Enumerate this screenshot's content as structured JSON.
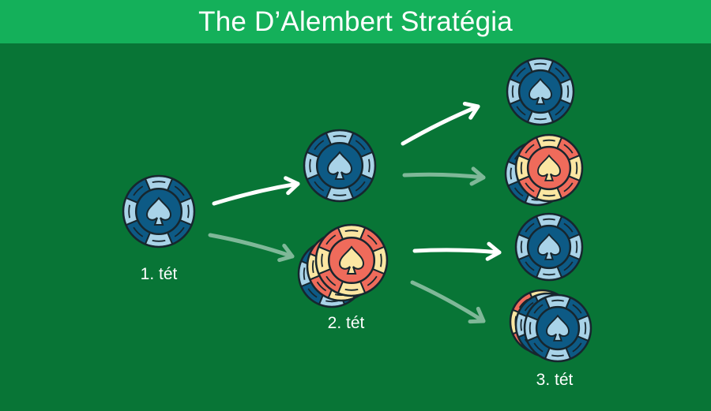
{
  "header": {
    "title": "The D’Alembert Stratégia"
  },
  "labels": {
    "bet1": "1. tét",
    "bet2": "2. tét",
    "bet3": "3. tét"
  },
  "colors": {
    "header_bg": "#14b05a",
    "background": "#087536",
    "chip_blue_dark": "#0d5a85",
    "chip_blue_light": "#a9d3e8",
    "chip_red": "#ef6b5b",
    "chip_yellow": "#fbe6a2",
    "outline": "#17262e",
    "arrow_win": "#ffffff",
    "arrow_loss": "#7fb898"
  }
}
